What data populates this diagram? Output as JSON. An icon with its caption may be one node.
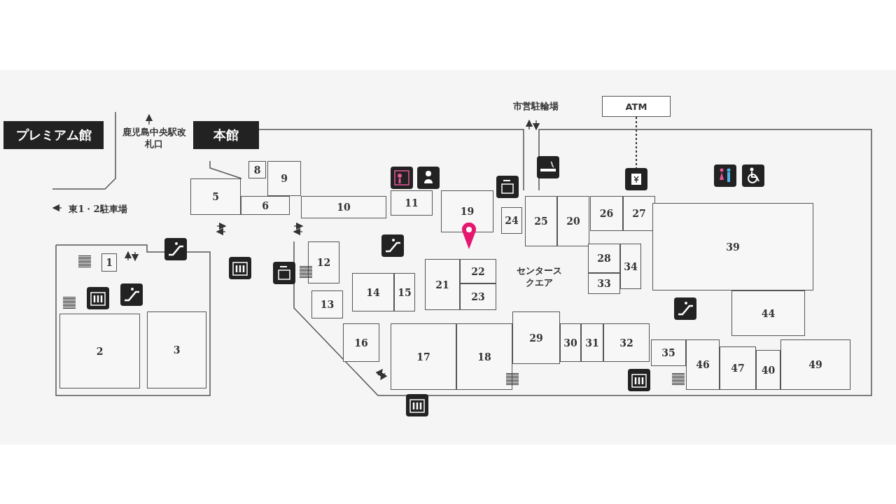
{
  "diagram": {
    "nodes": [
      {
        "text": [
          "プレミアム館"
        ]
      },
      {
        "text": [
          "本館"
        ]
      },
      {
        "text": [
          "ATM"
        ]
      },
      {
        "text": [],
        "shape": "picture"
      },
      {
        "text": [
          "8"
        ]
      },
      {
        "text": [
          "9"
        ]
      },
      {
        "text": [
          "5"
        ]
      },
      {
        "text": [
          "6"
        ]
      },
      {
        "text": [
          "10"
        ]
      },
      {
        "text": [
          "11"
        ]
      },
      {
        "text": [
          "19"
        ]
      },
      {
        "text": [
          "24"
        ]
      },
      {
        "text": [
          "25"
        ]
      },
      {
        "text": [
          "20"
        ]
      },
      {
        "text": [
          "26"
        ]
      },
      {
        "text": [
          "27"
        ]
      },
      {
        "text": [
          "39"
        ]
      },
      {
        "text": [
          "1"
        ]
      },
      {
        "text": [
          "12"
        ]
      },
      {
        "text": [
          "14"
        ]
      },
      {
        "text": [
          "15"
        ]
      },
      {
        "text": [
          "21"
        ]
      },
      {
        "text": [
          "22"
        ]
      },
      {
        "text": [
          "23"
        ]
      },
      {
        "text": [
          "28"
        ]
      },
      {
        "text": [
          "34"
        ]
      },
      {
        "text": [
          "33"
        ]
      },
      {
        "text": [
          "13"
        ]
      },
      {
        "text": [
          "16"
        ]
      },
      {
        "text": [
          "17"
        ]
      },
      {
        "text": [
          "18"
        ]
      },
      {
        "text": [
          "29"
        ]
      },
      {
        "text": [
          "30"
        ]
      },
      {
        "text": [
          "31"
        ]
      },
      {
        "text": [
          "32"
        ]
      },
      {
        "text": [
          "44"
        ]
      },
      {
        "text": [
          "3"
        ]
      },
      {
        "text": [
          "35"
        ]
      },
      {
        "text": [
          "46"
        ]
      },
      {
        "text": [
          "47"
        ]
      },
      {
        "text": [
          "40"
        ]
      },
      {
        "text": [
          "49"
        ]
      },
      {
        "text": [
          "2"
        ]
      }
    ],
    "edges": [
      {
        "from": 2,
        "to": 3,
        "arrow": "none",
        "style": "dashed"
      }
    ],
    "labels": [
      "鹿児島中央駅改札口",
      "東1・2駐車場",
      "市営駐輪場",
      "センタースクエア"
    ]
  }
}
